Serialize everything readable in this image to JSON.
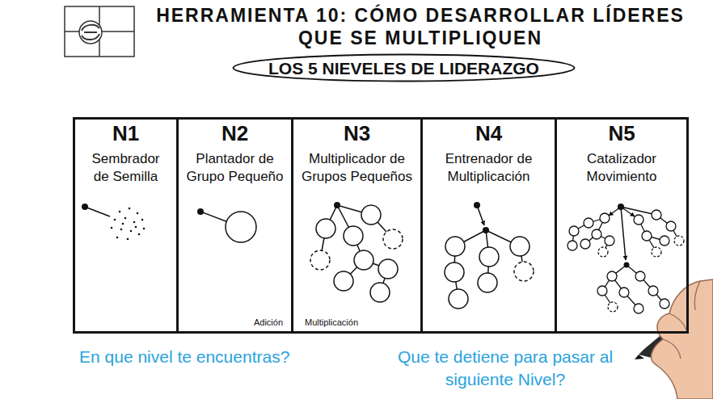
{
  "diagram": {
    "title": "HERRAMIENTA 10: CÓMO DESARROLLAR LÍDERES QUE SE MULTIPLIQUEN",
    "nodes": [
      {
        "text": [
          "LOS 5 NIEVELES DE LIDERAZGO"
        ]
      },
      {
        "text": [
          "N1",
          "Sembrador de Semilla"
        ]
      },
      {
        "text": [
          "N2",
          "Plantador de Grupo Pequeño",
          "Adición"
        ]
      },
      {
        "text": [
          "N3",
          "Multiplicador de Grupos Pequeños",
          "Multiplicación"
        ]
      },
      {
        "text": [
          "N4",
          "Entrenador de Multiplicación"
        ]
      },
      {
        "text": [
          "N5",
          "Catalizador Movimiento"
        ]
      }
    ],
    "labels": [
      "En que nivel te encuentras?",
      "Que te detiene para pasar al siguiente Nivel?"
    ]
  }
}
